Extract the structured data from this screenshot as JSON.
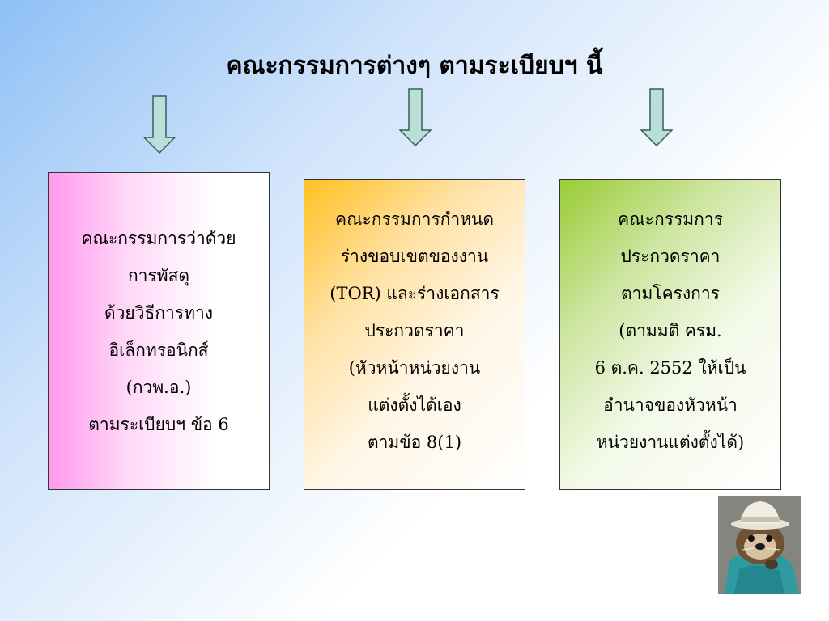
{
  "slide": {
    "title": "คณะกรรมการต่างๆ ตามระเบียบฯ  นี้",
    "arrow_color": "#b8e0d8",
    "boxes": [
      {
        "lines": [
          "คณะกรรมการว่าด้วย",
          "การพัสดุ",
          "ด้วยวิธีการทาง",
          "อิเล็กทรอนิกส์",
          "(กวพ.อ.)",
          "ตามระเบียบฯ ข้อ 6"
        ],
        "accent": "#ff99ee"
      },
      {
        "lines": [
          "คณะกรรมการกำหนด",
          "ร่างขอบเขตของงาน",
          "(TOR) และร่างเอกสาร",
          "ประกวดราคา",
          "(หัวหน้าหน่วยงาน",
          "แต่งตั้งได้เอง",
          "ตามข้อ 8(1)"
        ],
        "accent": "#ffc020"
      },
      {
        "lines": [
          "คณะกรรมการ",
          "ประกวดราคา",
          "ตามโครงการ",
          "(ตามมติ ครม.",
          "6 ต.ค. 2552 ให้เป็น",
          "อำนาจของหัวหน้า",
          "หน่วยงานแต่งตั้งได้)"
        ],
        "accent": "#99cc33"
      }
    ],
    "picture": "otter-in-hat-clipart"
  }
}
